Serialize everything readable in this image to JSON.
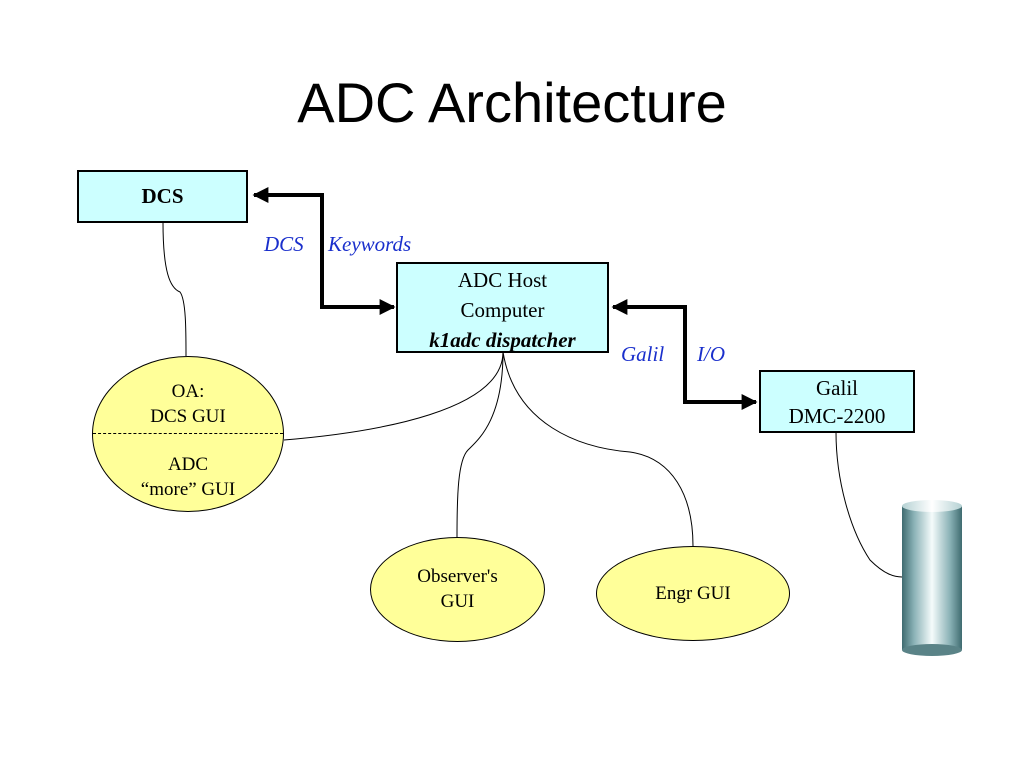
{
  "title": "ADC Architecture",
  "dcs": {
    "label": "DCS"
  },
  "host": {
    "line1": "ADC Host",
    "line2": "Computer",
    "line3": "k1adc dispatcher"
  },
  "galil_box": {
    "line1": "Galil",
    "line2": "DMC-2200"
  },
  "link_labels": {
    "dcs": "DCS",
    "keywords": "Keywords",
    "galil": "Galil",
    "io": "I/O"
  },
  "oa_oval": {
    "line1": "OA:",
    "line2": "DCS GUI",
    "line3": "ADC",
    "line4": "“more” GUI"
  },
  "observer_oval": {
    "line1": "Observer's",
    "line2": "GUI"
  },
  "engr_oval": {
    "line1": "Engr GUI"
  },
  "colors": {
    "box_fill": "#ccffff",
    "oval_fill": "#ffff99",
    "label_color": "#1a2fcc"
  }
}
